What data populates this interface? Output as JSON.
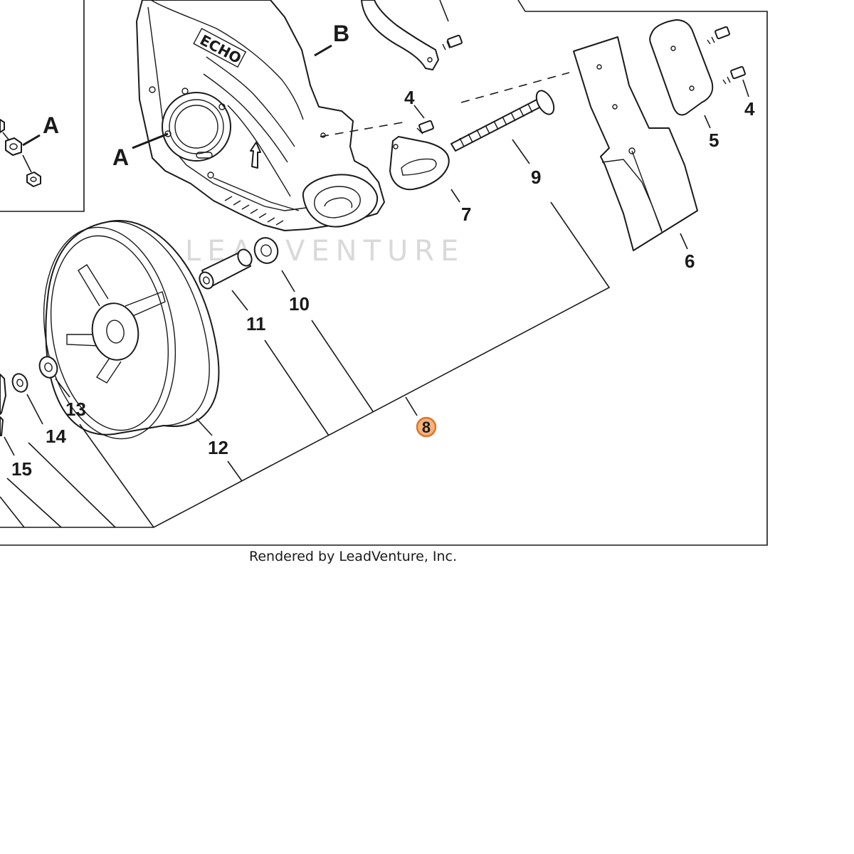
{
  "watermark": "LEADVENTURE",
  "brand_mark": "ECHO",
  "credit": "Rendered by LeadVenture, Inc.",
  "callouts": {
    "b": "B",
    "a_housing": "A",
    "a_inset": "A",
    "p4_left": "4",
    "p4_right": "4",
    "p5": "5",
    "p6": "6",
    "p7": "7",
    "p9": "9",
    "p10": "10",
    "p11": "11",
    "p12": "12",
    "p13": "13",
    "p14": "14",
    "p15": "15"
  },
  "highlighted_part": "8",
  "colors": {
    "highlight_fill": "#f6b27a",
    "highlight_stroke": "#d9782e",
    "line": "#1a1a1a",
    "watermark": "#d9d9d9"
  }
}
